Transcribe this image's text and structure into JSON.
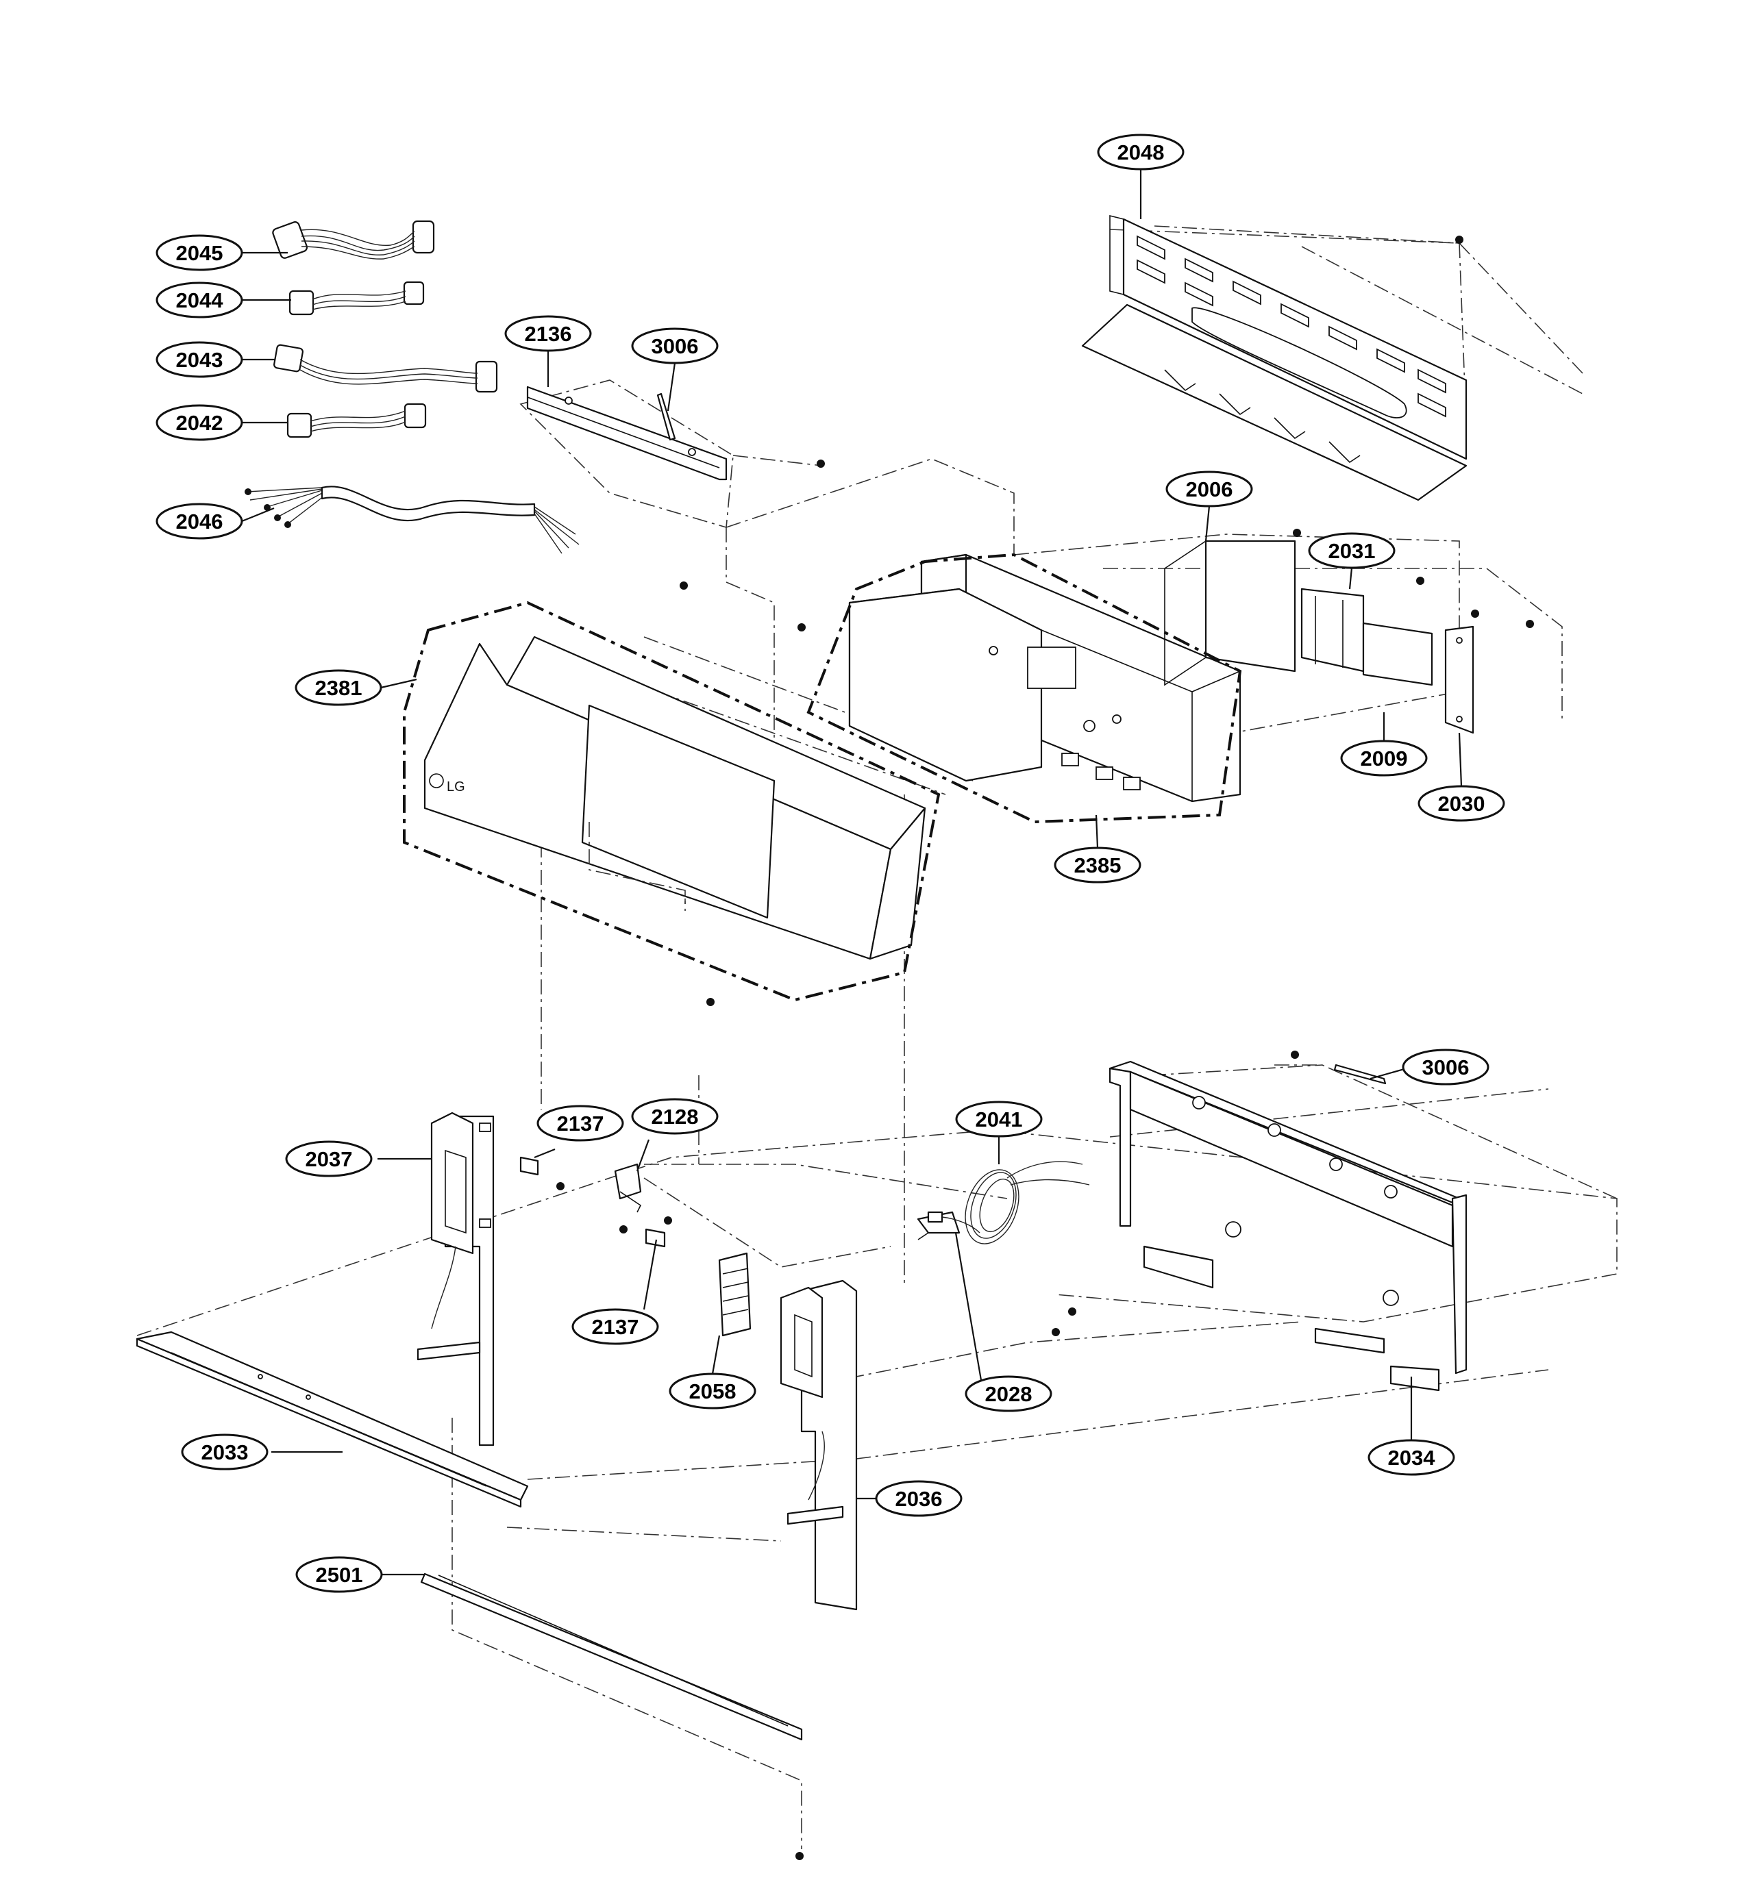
{
  "diagram": {
    "logo": "LG",
    "callouts": [
      {
        "id": "c2048",
        "label": "2048"
      },
      {
        "id": "c2045",
        "label": "2045"
      },
      {
        "id": "c2044",
        "label": "2044"
      },
      {
        "id": "c2043",
        "label": "2043"
      },
      {
        "id": "c2042",
        "label": "2042"
      },
      {
        "id": "c2046",
        "label": "2046"
      },
      {
        "id": "c2136",
        "label": "2136"
      },
      {
        "id": "c3006a",
        "label": "3006"
      },
      {
        "id": "c2006",
        "label": "2006"
      },
      {
        "id": "c2031",
        "label": "2031"
      },
      {
        "id": "c2381",
        "label": "2381"
      },
      {
        "id": "c2009",
        "label": "2009"
      },
      {
        "id": "c2030",
        "label": "2030"
      },
      {
        "id": "c2385",
        "label": "2385"
      },
      {
        "id": "c3006b",
        "label": "3006"
      },
      {
        "id": "c2041",
        "label": "2041"
      },
      {
        "id": "c2128",
        "label": "2128"
      },
      {
        "id": "c2137a",
        "label": "2137"
      },
      {
        "id": "c2037",
        "label": "2037"
      },
      {
        "id": "c2137b",
        "label": "2137"
      },
      {
        "id": "c2058",
        "label": "2058"
      },
      {
        "id": "c2028",
        "label": "2028"
      },
      {
        "id": "c2033",
        "label": "2033"
      },
      {
        "id": "c2034",
        "label": "2034"
      },
      {
        "id": "c2036",
        "label": "2036"
      },
      {
        "id": "c2501",
        "label": "2501"
      }
    ]
  }
}
